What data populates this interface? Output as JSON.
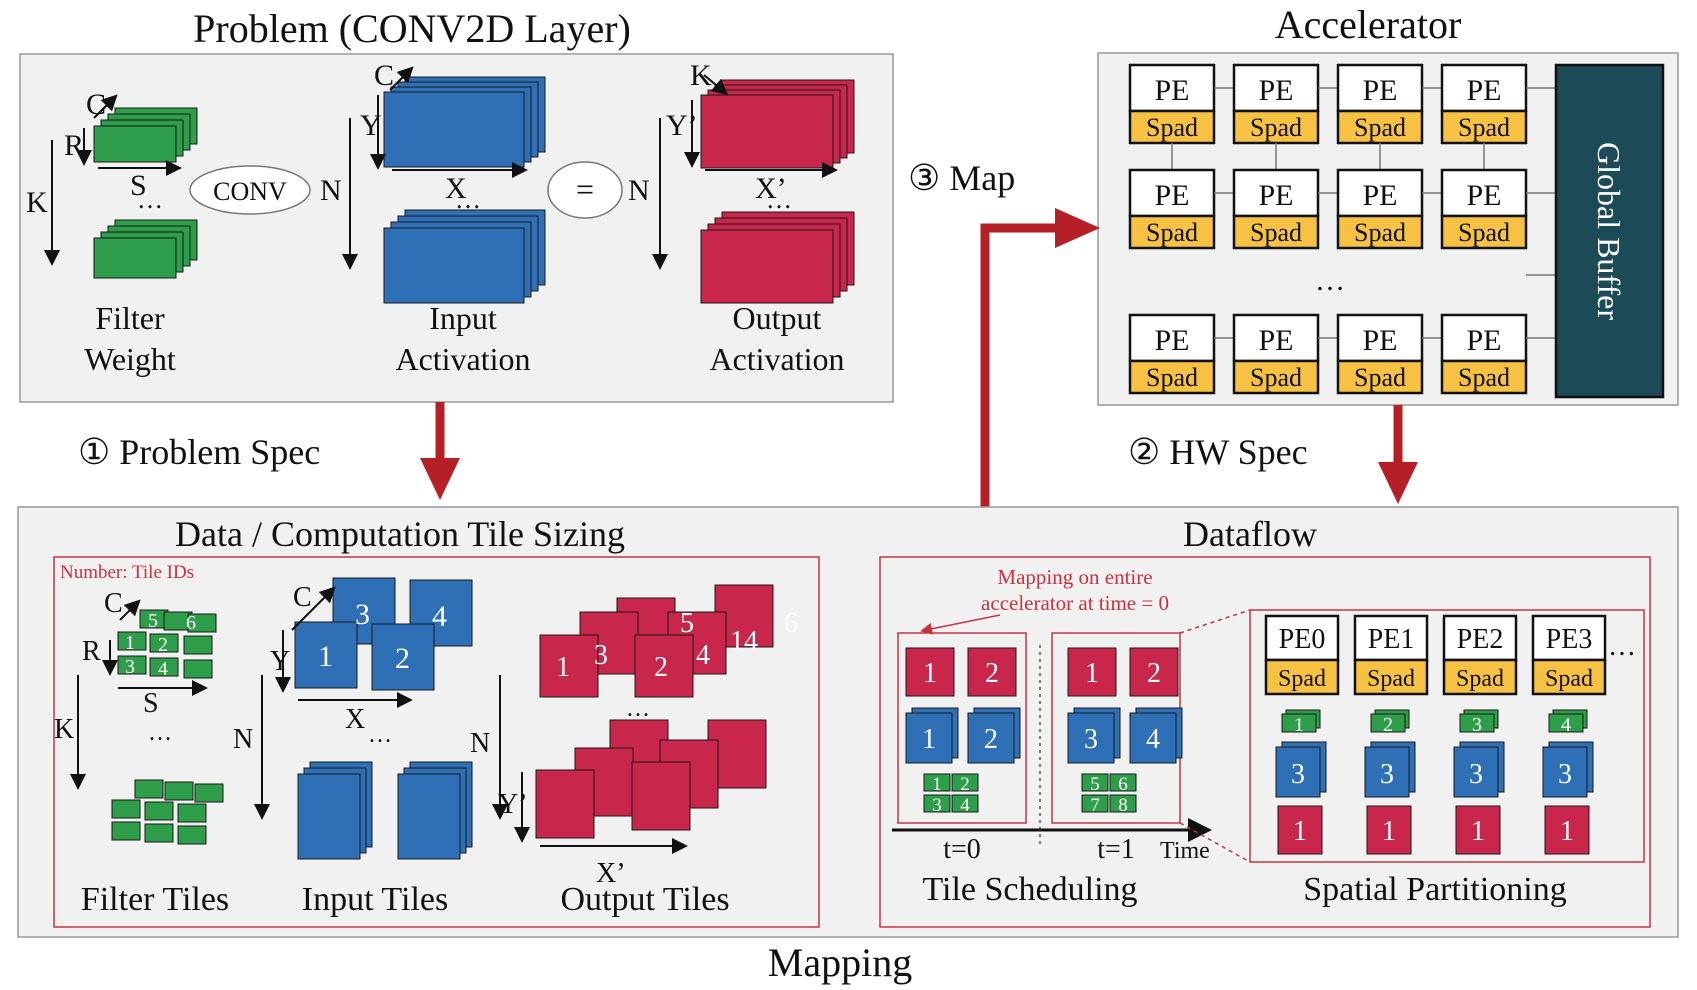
{
  "problem": {
    "title": "Problem (CONV2D Layer)",
    "conv_label": "CONV",
    "equals_label": "=",
    "filter_label": [
      "Filter",
      "Weight"
    ],
    "input_label": [
      "Input",
      "Activation"
    ],
    "output_label": [
      "Output",
      "Activation"
    ],
    "dims": {
      "C": "C",
      "R": "R",
      "S": "S",
      "K": "K",
      "N": "N",
      "Y": "Y",
      "X": "X",
      "Yp": "Y’",
      "Xp": "X’",
      "dots": "…"
    }
  },
  "accelerator": {
    "title": "Accelerator",
    "pe_label": "PE",
    "spad_label": "Spad",
    "global_buffer": "Global Buffer",
    "dots": "…"
  },
  "steps": {
    "problem_spec": "① Problem Spec",
    "hw_spec": "② HW Spec",
    "map": "③ Map"
  },
  "mapping": {
    "title": "Mapping",
    "tile_sizing": {
      "title": "Data / Computation Tile Sizing",
      "note": "Number: Tile IDs",
      "filter_tiles": "Filter Tiles",
      "input_tiles": "Input Tiles",
      "output_tiles": "Output Tiles",
      "filter_ids": [
        "1",
        "2",
        "3",
        "4",
        "5",
        "6"
      ],
      "input_ids": [
        "1",
        "2",
        "3",
        "4"
      ],
      "output_ids": [
        "1",
        "2",
        "3",
        "4",
        "5",
        "6",
        "14"
      ]
    },
    "dataflow": {
      "title": "Dataflow",
      "annotation": [
        "Mapping on entire",
        "accelerator at time = 0"
      ],
      "t0": "t=0",
      "t1": "t=1",
      "time": "Time",
      "tile_scheduling": "Tile Scheduling",
      "spatial_partitioning": "Spatial Partitioning",
      "pes": [
        "PE0",
        "PE1",
        "PE2",
        "PE3"
      ],
      "spad": "Spad",
      "dots": "…",
      "t0_red": [
        "1",
        "2"
      ],
      "t0_blue": [
        "1",
        "2"
      ],
      "t0_green": [
        "1",
        "2",
        "3",
        "4"
      ],
      "t1_red": [
        "1",
        "2"
      ],
      "t1_blue": [
        "3",
        "4"
      ],
      "t1_green": [
        "5",
        "6",
        "7",
        "8"
      ],
      "pe_green": [
        "1",
        "2",
        "3",
        "4"
      ],
      "pe_blue": [
        "3",
        "3",
        "3",
        "3"
      ],
      "pe_red": [
        "1",
        "1",
        "1",
        "1"
      ]
    }
  },
  "colors": {
    "filter": "#2e9e4a",
    "input": "#2f6fb5",
    "output": "#c8264a",
    "spad": "#f7c244",
    "global_buffer": "#1c4a57",
    "arrow": "#b52027"
  }
}
